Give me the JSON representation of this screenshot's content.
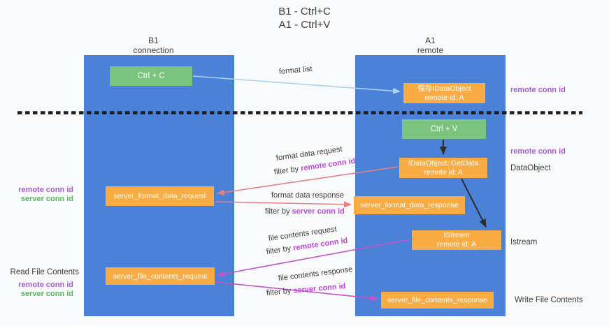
{
  "title": {
    "line1": "B1 - Ctrl+C",
    "line2": "A1 - Ctrl+V"
  },
  "lifelines": {
    "left": {
      "name": "B1",
      "role": "connection"
    },
    "right": {
      "name": "A1",
      "role": "remote"
    }
  },
  "boxes": {
    "ctrl_c": "Ctrl + C",
    "ctrl_v": "Ctrl + V",
    "save_idataobject": {
      "line1": "保存IDataObject",
      "line2": "remote id: A"
    },
    "getdata": {
      "line1": "IDataObject::GetData",
      "line2": "remote id: A"
    },
    "istream": {
      "line1": "IStream",
      "line2": "remote id: A"
    },
    "format_request": "server_format_data_request",
    "format_response": "server_format_data_response",
    "file_request": "server_file_contents_request",
    "file_response": "server_file_contents_response"
  },
  "flow_labels": {
    "format_list": "format list",
    "format_request": {
      "title": "format data request",
      "filter_prefix": "filter by",
      "filter_key": "remote conn id"
    },
    "format_response": {
      "title": "format data response",
      "filter_prefix": "filter by",
      "filter_key": "server conn id"
    },
    "file_request": {
      "title": "file contents request",
      "filter_prefix": "filter by",
      "filter_key": "remote conn id"
    },
    "file_response": {
      "title": "file contents response",
      "filter_prefix": "filter by",
      "filter_key": "server conn id"
    }
  },
  "annotations": {
    "right_remote_conn_top": "remote conn id",
    "right_remote_conn_mid": "remote conn id",
    "dataobject": "DataObject",
    "istream": "Istream",
    "write_file_contents": "Write File Contents",
    "left_remote_conn_top": "remote conn id",
    "left_server_conn_top": "server conn id",
    "read_file_contents": "Read File Contents",
    "left_remote_conn_bottom": "remote conn id",
    "left_server_conn_bottom": "server conn id"
  },
  "colors": {
    "panel_blue": "#4c81d8",
    "box_green": "#7ac47e",
    "box_orange": "#f9ac43",
    "label_purple": "#a55ad0",
    "label_magenta": "#bb48d6",
    "label_green": "#57b75c",
    "arrow_salmon": "#e88181",
    "arrow_magenta": "#c453c8",
    "arrow_lightblue": "#a9d3f0",
    "arrow_black": "#2e2e2e",
    "divider_black": "#1e1e1e"
  }
}
